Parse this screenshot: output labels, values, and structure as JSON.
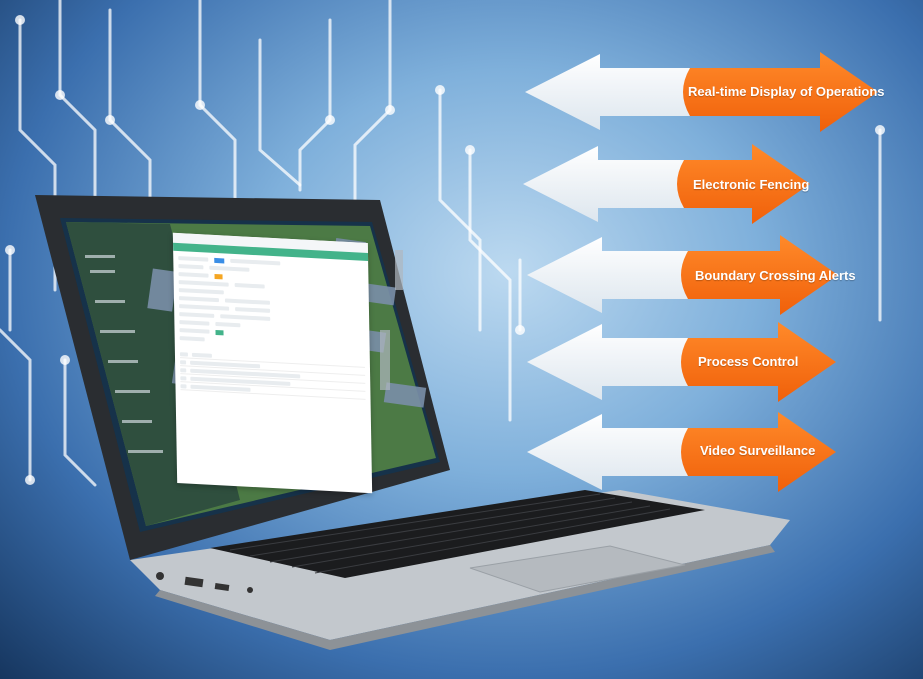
{
  "features": [
    {
      "label": "Real-time Display of Operations"
    },
    {
      "label": "Electronic Fencing"
    },
    {
      "label": "Boundary Crossing Alerts"
    },
    {
      "label": "Process Control"
    },
    {
      "label": "Video Surveillance"
    }
  ],
  "colors": {
    "arrow_orange": "#ff7a1a",
    "arrow_white": "#f4f7fa",
    "background_blue": "#3b6fae",
    "circuit_white": "#ffffff",
    "laptop_silver": "#b9bec4",
    "keyboard_black": "#1b1c1e"
  },
  "icons": [
    "circuit-lines",
    "laptop",
    "double-arrow-banner"
  ]
}
